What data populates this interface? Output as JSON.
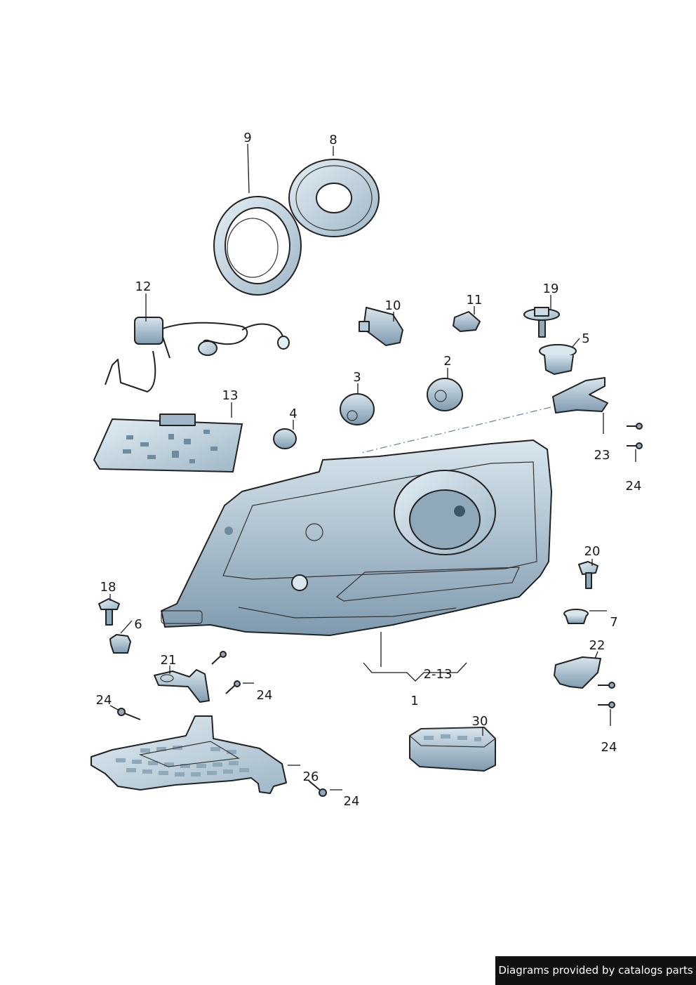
{
  "labels": {
    "l1": "1",
    "l2": "2",
    "l3": "3",
    "l4": "4",
    "l5": "5",
    "l6": "6",
    "l7": "7",
    "l8": "8",
    "l9": "9",
    "l10": "10",
    "l11": "11",
    "l12": "12",
    "l13": "13",
    "l18": "18",
    "l19": "19",
    "l20": "20",
    "l21": "21",
    "l22": "22",
    "l23": "23",
    "l24": "24",
    "l26": "26",
    "l30": "30",
    "l213": "2-13"
  },
  "credit": "Diagrams provided by catalogs parts",
  "colors": {
    "part_fill": "#c9dbe6",
    "part_dark": "#8fa9bb",
    "line": "#1a1a1a",
    "credit_bg": "#111111"
  }
}
